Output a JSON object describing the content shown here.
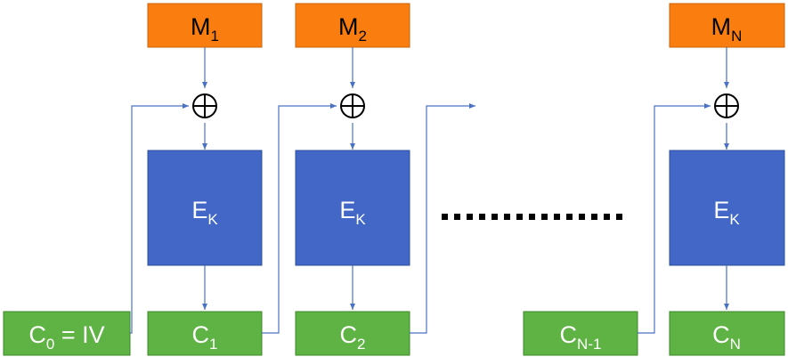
{
  "blocks": {
    "message_1": {
      "main": "M",
      "sub": "1"
    },
    "message_2": {
      "main": "M",
      "sub": "2"
    },
    "message_n": {
      "main": "M",
      "sub": "N"
    },
    "encrypt_1": {
      "main": "E",
      "sub": "K"
    },
    "encrypt_2": {
      "main": "E",
      "sub": "K"
    },
    "encrypt_n": {
      "main": "E",
      "sub": "K"
    },
    "cipher_0": {
      "main": "C",
      "sub": "0",
      "suffix": " = IV"
    },
    "cipher_1": {
      "main": "C",
      "sub": "1"
    },
    "cipher_2": {
      "main": "C",
      "sub": "2"
    },
    "cipher_n_minus_1": {
      "main": "C",
      "sub": "N-1"
    },
    "cipher_n": {
      "main": "C",
      "sub": "N"
    }
  },
  "colors": {
    "message": "#fa7d10",
    "encryption": "#4267c6",
    "ciphertext": "#5fb344",
    "arrow": "#4a72c4"
  },
  "icons": {
    "xor": "circled-plus-icon",
    "ellipsis": "dotted-ellipsis"
  }
}
